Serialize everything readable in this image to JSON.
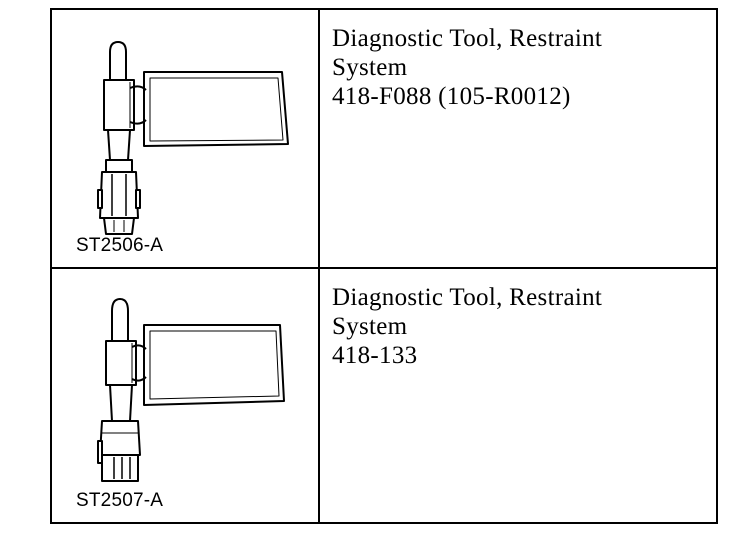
{
  "tools": [
    {
      "figure_id": "ST2506-A",
      "name_line_1": "Diagnostic Tool, Restraint",
      "name_line_2": "System",
      "part_number": "418-F088 (105-R0012)"
    },
    {
      "figure_id": "ST2507-A",
      "name_line_1": "Diagnostic Tool, Restraint",
      "name_line_2": "System",
      "part_number": "418-133"
    }
  ]
}
